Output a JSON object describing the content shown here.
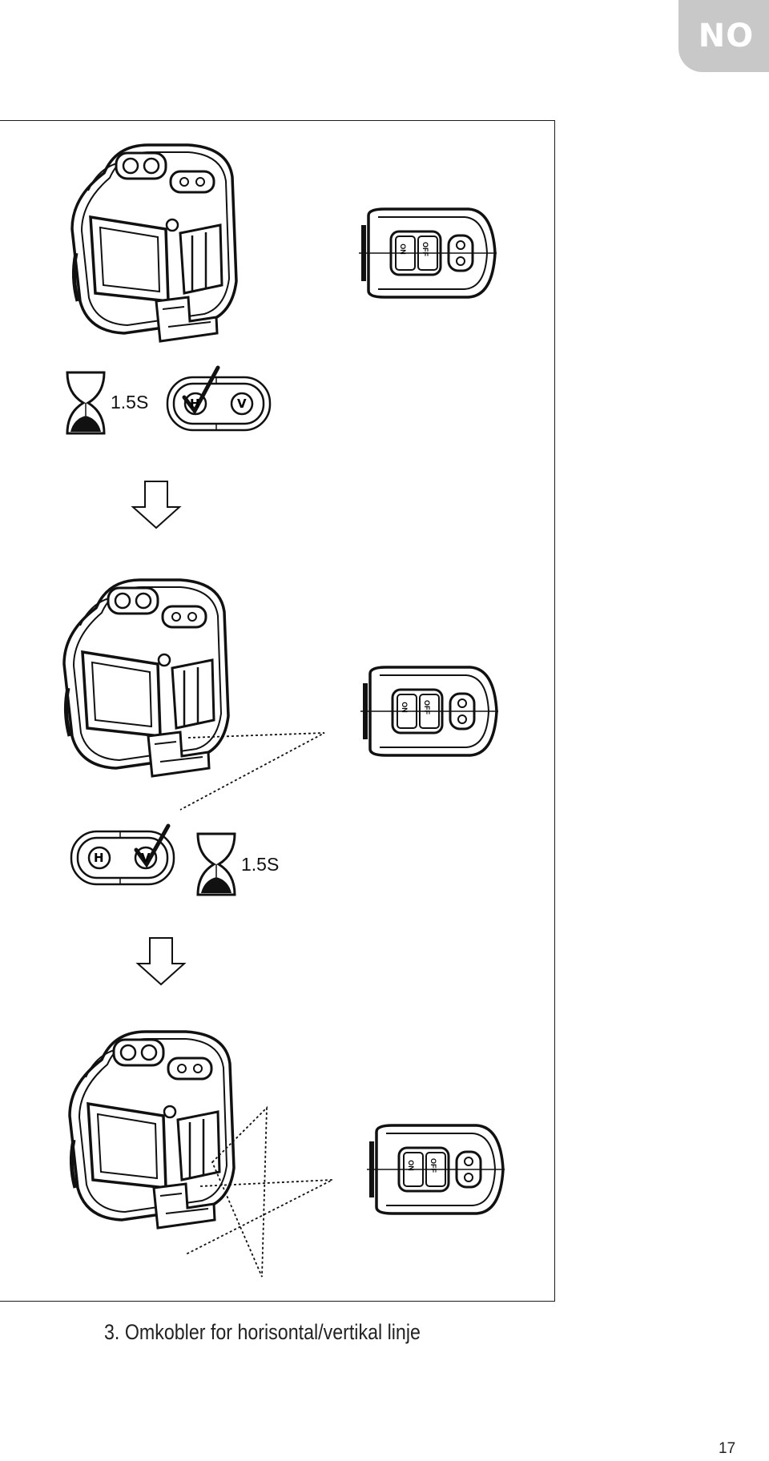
{
  "header": {
    "language_tab": "NO"
  },
  "figure": {
    "steps": [
      {
        "timer": "1.5S",
        "buttons": [
          "H",
          "V"
        ],
        "checked": "H",
        "remote_labels": [
          "ON",
          "OFF"
        ]
      },
      {
        "timer": "1.5S",
        "buttons": [
          "H",
          "V"
        ],
        "checked": "V",
        "remote_labels": [
          "ON",
          "OFF"
        ]
      },
      {
        "remote_labels": [
          "ON",
          "OFF"
        ]
      }
    ]
  },
  "caption": "3. Omkobler for horisontal/vertikal linje",
  "footer": {
    "page_number": "17"
  }
}
